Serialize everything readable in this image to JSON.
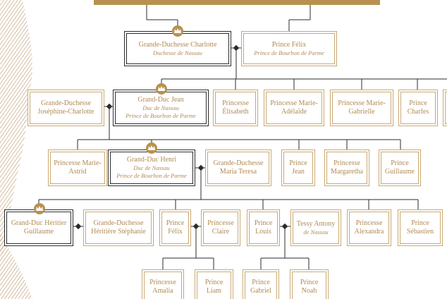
{
  "colors": {
    "gold": "#b8914f",
    "text": "#b08a55",
    "dark": "#2b2b2b"
  },
  "nodes": {
    "charlotte": {
      "name": "Grande-Duchesse Charlotte",
      "title": "Duchesse de Nassau"
    },
    "felix_sr": {
      "name": "Prince Félix",
      "title": "Prince de Bourbon de Parme"
    },
    "josephine": {
      "name": "Grande-Duchesse Joséphine-Charlotte"
    },
    "jean": {
      "name": "Grand-Duc Jean",
      "title": "Duc de Nassau",
      "title2": "Prince de Bourbon de Parme"
    },
    "elisabeth": {
      "name": "Princesse Élisabeth"
    },
    "marie_adelaide": {
      "name": "Princesse Marie-Adélaïde"
    },
    "marie_gabrielle": {
      "name": "Princesse Marie-Gabrielle"
    },
    "charles": {
      "name": "Prince Charles"
    },
    "marie_astrid": {
      "name": "Princesse Marie-Astrid"
    },
    "henri": {
      "name": "Grand-Duc Henri",
      "title": "Duc de Nassau",
      "title2": "Prince de Bourbon de Parme"
    },
    "maria_teresa": {
      "name": "Grande-Duchesse Maria Teresa"
    },
    "jean_jr": {
      "name": "Prince Jean"
    },
    "margaretha": {
      "name": "Princesse Margaretha"
    },
    "guillaume_prince": {
      "name": "Prince Guillaume"
    },
    "guillaume": {
      "name": "Grand-Duc Héritier Guillaume"
    },
    "stephanie": {
      "name": "Grande-Duchesse Héritière Stéphanie"
    },
    "felix_jr": {
      "name": "Prince Félix"
    },
    "claire": {
      "name": "Princesse Claire"
    },
    "louis": {
      "name": "Prince Louis"
    },
    "tessy": {
      "name": "Tessy Antony",
      "title": "de Nassau"
    },
    "alexandra": {
      "name": "Princesse Alexandra"
    },
    "sebastien": {
      "name": "Prince Sébastien"
    },
    "amalia": {
      "name": "Princesse Amalia"
    },
    "liam": {
      "name": "Prince Liam"
    },
    "gabriel": {
      "name": "Prince Gabriel"
    },
    "noah": {
      "name": "Prince Noah"
    }
  }
}
